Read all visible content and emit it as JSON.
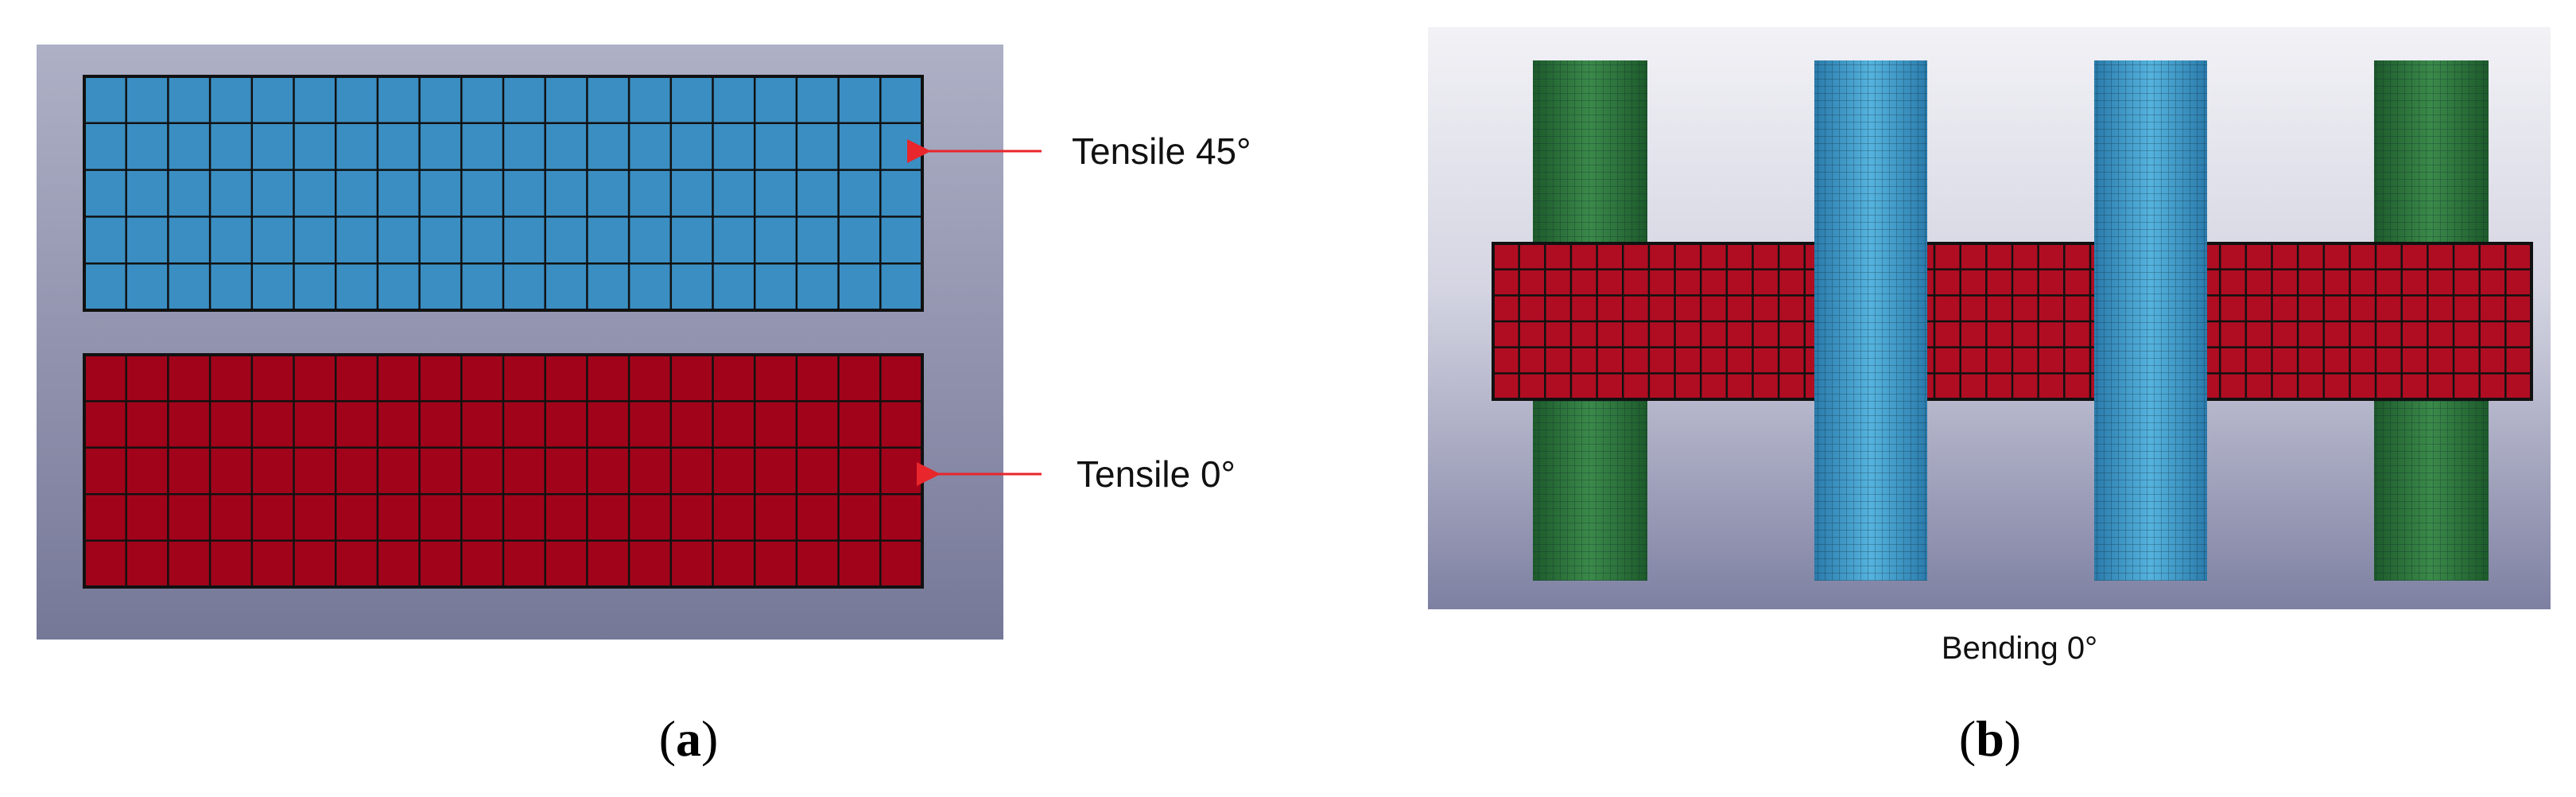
{
  "panel_a": {
    "top_label": "Tensile 45°",
    "bottom_label": "Tensile 0°",
    "caption_letter": "a",
    "colors": {
      "background_top": "#aeb0c6",
      "background_bottom": "#767898",
      "tensile_45_mesh": "#3a8ec2",
      "tensile_0_mesh": "#a1041a",
      "arrow": "#e8262b",
      "grid_lines": "#111111"
    },
    "mesh": {
      "tensile_45": {
        "columns": 20,
        "rows": 5
      },
      "tensile_0": {
        "columns": 20,
        "rows": 5
      }
    }
  },
  "panel_b": {
    "label": "Bending 0°",
    "caption_letter": "b",
    "colors": {
      "background_top": "#f2f2f6",
      "background_bottom": "#7e80a2",
      "support_rollers": "#2f7a3f",
      "loading_rollers": "#3b97c6",
      "specimen": "#b00d22"
    },
    "mesh": {
      "specimen_columns": 40,
      "specimen_rows": 6
    }
  }
}
